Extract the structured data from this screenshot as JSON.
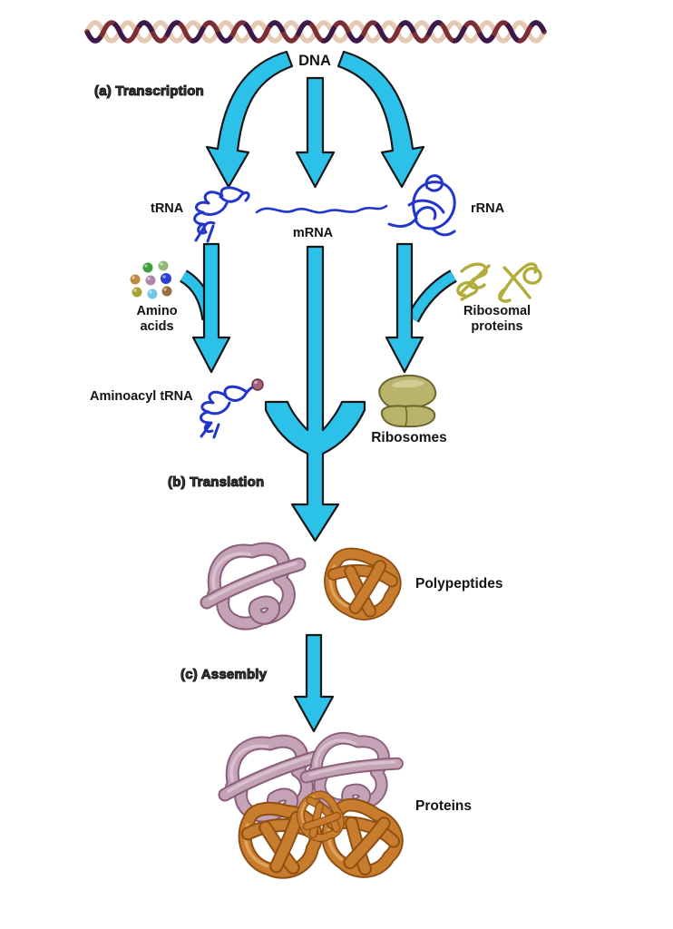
{
  "figure": {
    "dna_label": "DNA",
    "stage_a": "(a) Transcription",
    "trna": "tRNA",
    "mrna": "mRNA",
    "rrna": "rRNA",
    "amino_line1": "Amino",
    "amino_line2": "acids",
    "ribosomal_line1": "Ribosomal",
    "ribosomal_line2": "proteins",
    "aminoacyl_trna": "Aminoacyl tRNA",
    "ribosomes": "Ribosomes",
    "stage_b": "(b) Translation",
    "polypeptides": "Polypeptides",
    "stage_c": "(c) Assembly",
    "proteins": "Proteins"
  },
  "colors": {
    "arrow": "#2bc1e9",
    "outline": "#161616",
    "rna": "#2336cb",
    "olive": "#b2ac3a",
    "ribosome": "#b9b36c",
    "ribosome_dark": "#6b662c",
    "ribosome_light": "#d6d2a2",
    "mauve": "#c4a3b6",
    "mauve_dark": "#8a5e78",
    "orange": "#c87d2e",
    "orange_dark": "#8f4f13",
    "helix_light": "#e6c9b3",
    "helix_maroon": "#7b2f35",
    "helix_purple": "#3b1a4b",
    "ball": "#a55f78"
  },
  "palette": {
    "amino_dots": [
      "#3c9e40",
      "#92ba77",
      "#c08a3e",
      "#b286a6",
      "#2b3fd0",
      "#a8a437",
      "#6fc6e8",
      "#9a6d40"
    ]
  }
}
